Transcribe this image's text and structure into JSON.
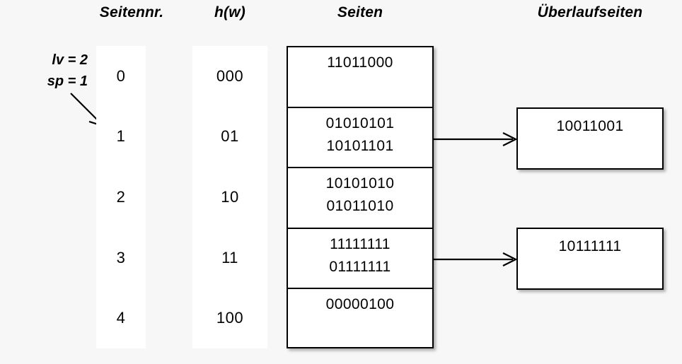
{
  "headers": {
    "seitennr": "Seitennr.",
    "hw": "h(w)",
    "seiten": "Seiten",
    "ueberlaufseiten": "Überlaufseiten"
  },
  "params": {
    "lv": "lv = 2",
    "sp": "sp = 1"
  },
  "rows": [
    {
      "seitennr": "0",
      "hw": "000"
    },
    {
      "seitennr": "1",
      "hw": "01"
    },
    {
      "seitennr": "2",
      "hw": "10"
    },
    {
      "seitennr": "3",
      "hw": "11"
    },
    {
      "seitennr": "4",
      "hw": "100"
    }
  ],
  "pages": [
    {
      "entries": [
        "11011000"
      ]
    },
    {
      "entries": [
        "01010101",
        "10101101"
      ]
    },
    {
      "entries": [
        "10101010",
        "01011010"
      ]
    },
    {
      "entries": [
        "11111111",
        "01111111"
      ]
    },
    {
      "entries": [
        "00000100"
      ]
    }
  ],
  "overflow_pages": [
    {
      "entry": "10011001",
      "from_row": 1
    },
    {
      "entry": "10111111",
      "from_row": 3
    }
  ],
  "colors": {
    "background": "#f7f7f7",
    "surface": "#ffffff",
    "stroke": "#000000",
    "text": "#000000"
  }
}
